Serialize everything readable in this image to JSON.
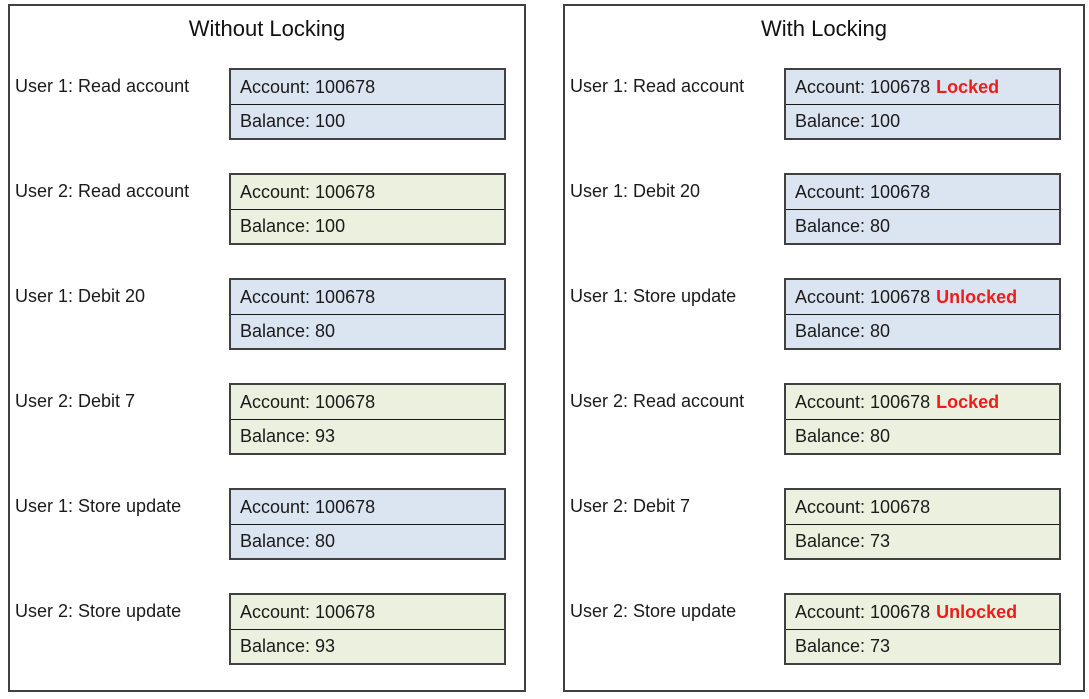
{
  "colors": {
    "user1_fill": "#dbe5f1",
    "user2_fill": "#ebf1de",
    "lock_text": "#ee1c1c",
    "border": "#404040"
  },
  "panels": [
    {
      "title": "Without Locking",
      "rows": [
        {
          "label": "User 1: Read account",
          "account": "Account: 100678",
          "lock": "",
          "balance": "Balance: 100",
          "color": "blue"
        },
        {
          "label": "User 2: Read account",
          "account": "Account: 100678",
          "lock": "",
          "balance": "Balance: 100",
          "color": "green"
        },
        {
          "label": "User 1: Debit 20",
          "account": "Account: 100678",
          "lock": "",
          "balance": "Balance: 80",
          "color": "blue"
        },
        {
          "label": "User 2: Debit 7",
          "account": "Account: 100678",
          "lock": "",
          "balance": "Balance: 93",
          "color": "green"
        },
        {
          "label": "User 1: Store update",
          "account": "Account: 100678",
          "lock": "",
          "balance": "Balance: 80",
          "color": "blue"
        },
        {
          "label": "User 2: Store update",
          "account": "Account: 100678",
          "lock": "",
          "balance": "Balance: 93",
          "color": "green"
        }
      ]
    },
    {
      "title": "With Locking",
      "rows": [
        {
          "label": "User 1: Read account",
          "account": "Account: 100678",
          "lock": "Locked",
          "balance": "Balance: 100",
          "color": "blue"
        },
        {
          "label": "User 1: Debit 20",
          "account": "Account: 100678",
          "lock": "",
          "balance": "Balance: 80",
          "color": "blue"
        },
        {
          "label": "User 1: Store update",
          "account": "Account: 100678",
          "lock": "Unlocked",
          "balance": "Balance: 80",
          "color": "blue"
        },
        {
          "label": "User 2: Read account",
          "account": "Account: 100678",
          "lock": "Locked",
          "balance": "Balance: 80",
          "color": "green"
        },
        {
          "label": "User 2: Debit 7",
          "account": "Account: 100678",
          "lock": "",
          "balance": "Balance: 73",
          "color": "green"
        },
        {
          "label": "User 2: Store update",
          "account": "Account: 100678",
          "lock": "Unlocked",
          "balance": "Balance: 73",
          "color": "green"
        }
      ]
    }
  ]
}
